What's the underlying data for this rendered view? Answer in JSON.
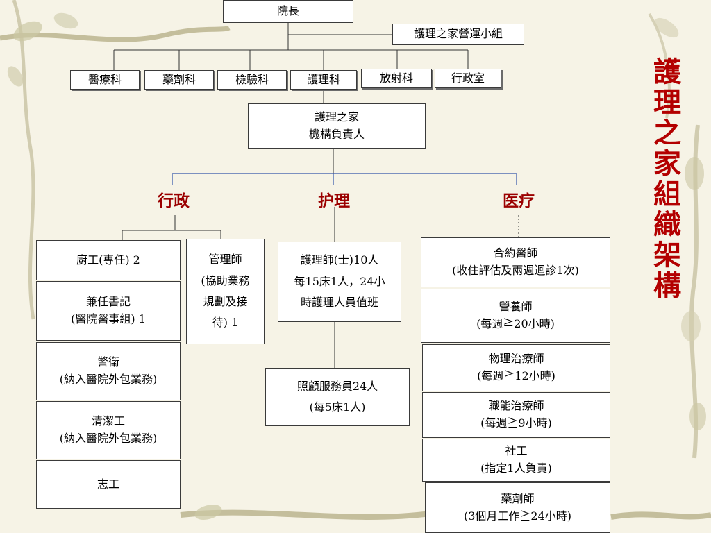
{
  "title": "護理之家組織架構",
  "top": {
    "president": "院長",
    "committee": "護理之家營運小組",
    "departments": [
      "醫療科",
      "藥劑科",
      "檢驗科",
      "護理科",
      "放射科",
      "行政室"
    ],
    "director_line1": "護理之家",
    "director_line2": "機構負責人"
  },
  "categories": {
    "admin": "行政",
    "nursing": "护理",
    "medical": "医疗"
  },
  "admin": {
    "chef": "廚工(專任) 2",
    "clerk_line1": "兼任書記",
    "clerk_line2": "(醫院醫事組) 1",
    "guard_line1": "警衛",
    "guard_line2": "(納入醫院外包業務)",
    "cleaner_line1": "清潔工",
    "cleaner_line2": "(納入醫院外包業務)",
    "volunteer": "志工",
    "manager_lines": [
      "管理師",
      "(協助業務",
      "規劃及接",
      "待) 1"
    ]
  },
  "nursing": {
    "nurse_lines": [
      "護理師(士)10人",
      "每15床1人，24小",
      "時護理人員值班"
    ],
    "aide_line1": "照顧服務員24人",
    "aide_line2": "(每5床1人)"
  },
  "medical": {
    "doctor_line1": "合約醫師",
    "doctor_line2": "(收住評估及兩週迴診1次)",
    "dietitian_line1": "營養師",
    "dietitian_line2": "(每週≧20小時)",
    "pt_line1": "物理治療師",
    "pt_line2": "(每週≧12小時)",
    "ot_line1": "職能治療師",
    "ot_line2": "(每週≧9小時)",
    "social_line1": "社工",
    "social_line2": "(指定1人負責)",
    "pharmacist_line1": "藥劑師",
    "pharmacist_line2": "(3個月工作≧24小時)"
  },
  "colors": {
    "category": "#9b0000",
    "title": "#b30000",
    "branch_line": "#3355aa",
    "vine": "#a9a27a"
  }
}
